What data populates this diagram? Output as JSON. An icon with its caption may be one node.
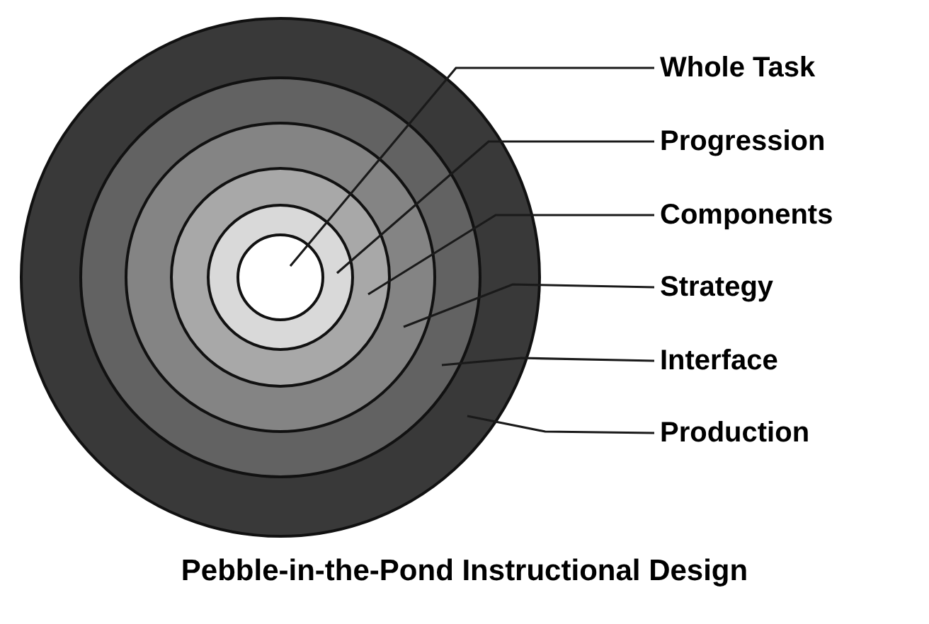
{
  "diagram": {
    "caption": "Pebble-in-the-Pond Instructional Design",
    "nodes": [
      {
        "text": [
          "Whole Task"
        ]
      },
      {
        "text": [
          "Progression"
        ]
      },
      {
        "text": [
          "Components"
        ]
      },
      {
        "text": [
          "Strategy"
        ]
      },
      {
        "text": [
          "Interface"
        ]
      },
      {
        "text": [
          "Production"
        ]
      },
      {
        "text": [],
        "shape": "circle"
      },
      {
        "text": [],
        "shape": "circle",
        "in": 6
      },
      {
        "text": [],
        "shape": "circle",
        "in": 7
      },
      {
        "text": [],
        "shape": "circle",
        "in": 8
      },
      {
        "text": [],
        "shape": "circle",
        "in": 9
      },
      {
        "text": [],
        "shape": "circle",
        "in": 10
      }
    ],
    "edges": [
      {
        "from": 0,
        "to": 11,
        "arrow": "none"
      },
      {
        "from": 1,
        "to": 10,
        "arrow": "none"
      },
      {
        "from": 2,
        "to": 9,
        "arrow": "none"
      },
      {
        "from": 3,
        "to": 8,
        "arrow": "none"
      },
      {
        "from": 4,
        "to": 7,
        "arrow": "none"
      },
      {
        "from": 5,
        "to": 6,
        "arrow": "none"
      }
    ]
  }
}
